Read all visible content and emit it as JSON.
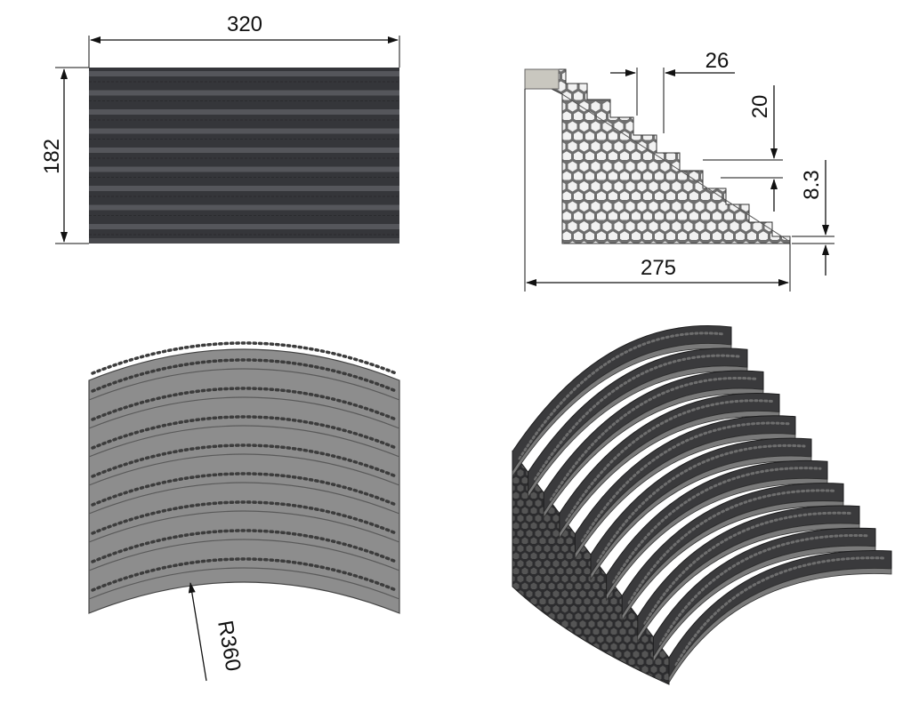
{
  "dimensions": {
    "width": "320",
    "height": "182",
    "tread_depth": "26",
    "riser_height": "20",
    "tread_thickness": "8.3",
    "depth": "275",
    "radius": "R360"
  },
  "colors": {
    "top_view_dark": "#35363a",
    "top_view_rib": "#55565b",
    "plan_view_fill": "#8d8d8d",
    "plan_view_hole": "#3c3c3c",
    "iso_dark": "#3a3a3c",
    "iso_face": "#8a8a8a",
    "section_fill": "#9c9c9c",
    "ink": "#111111"
  }
}
